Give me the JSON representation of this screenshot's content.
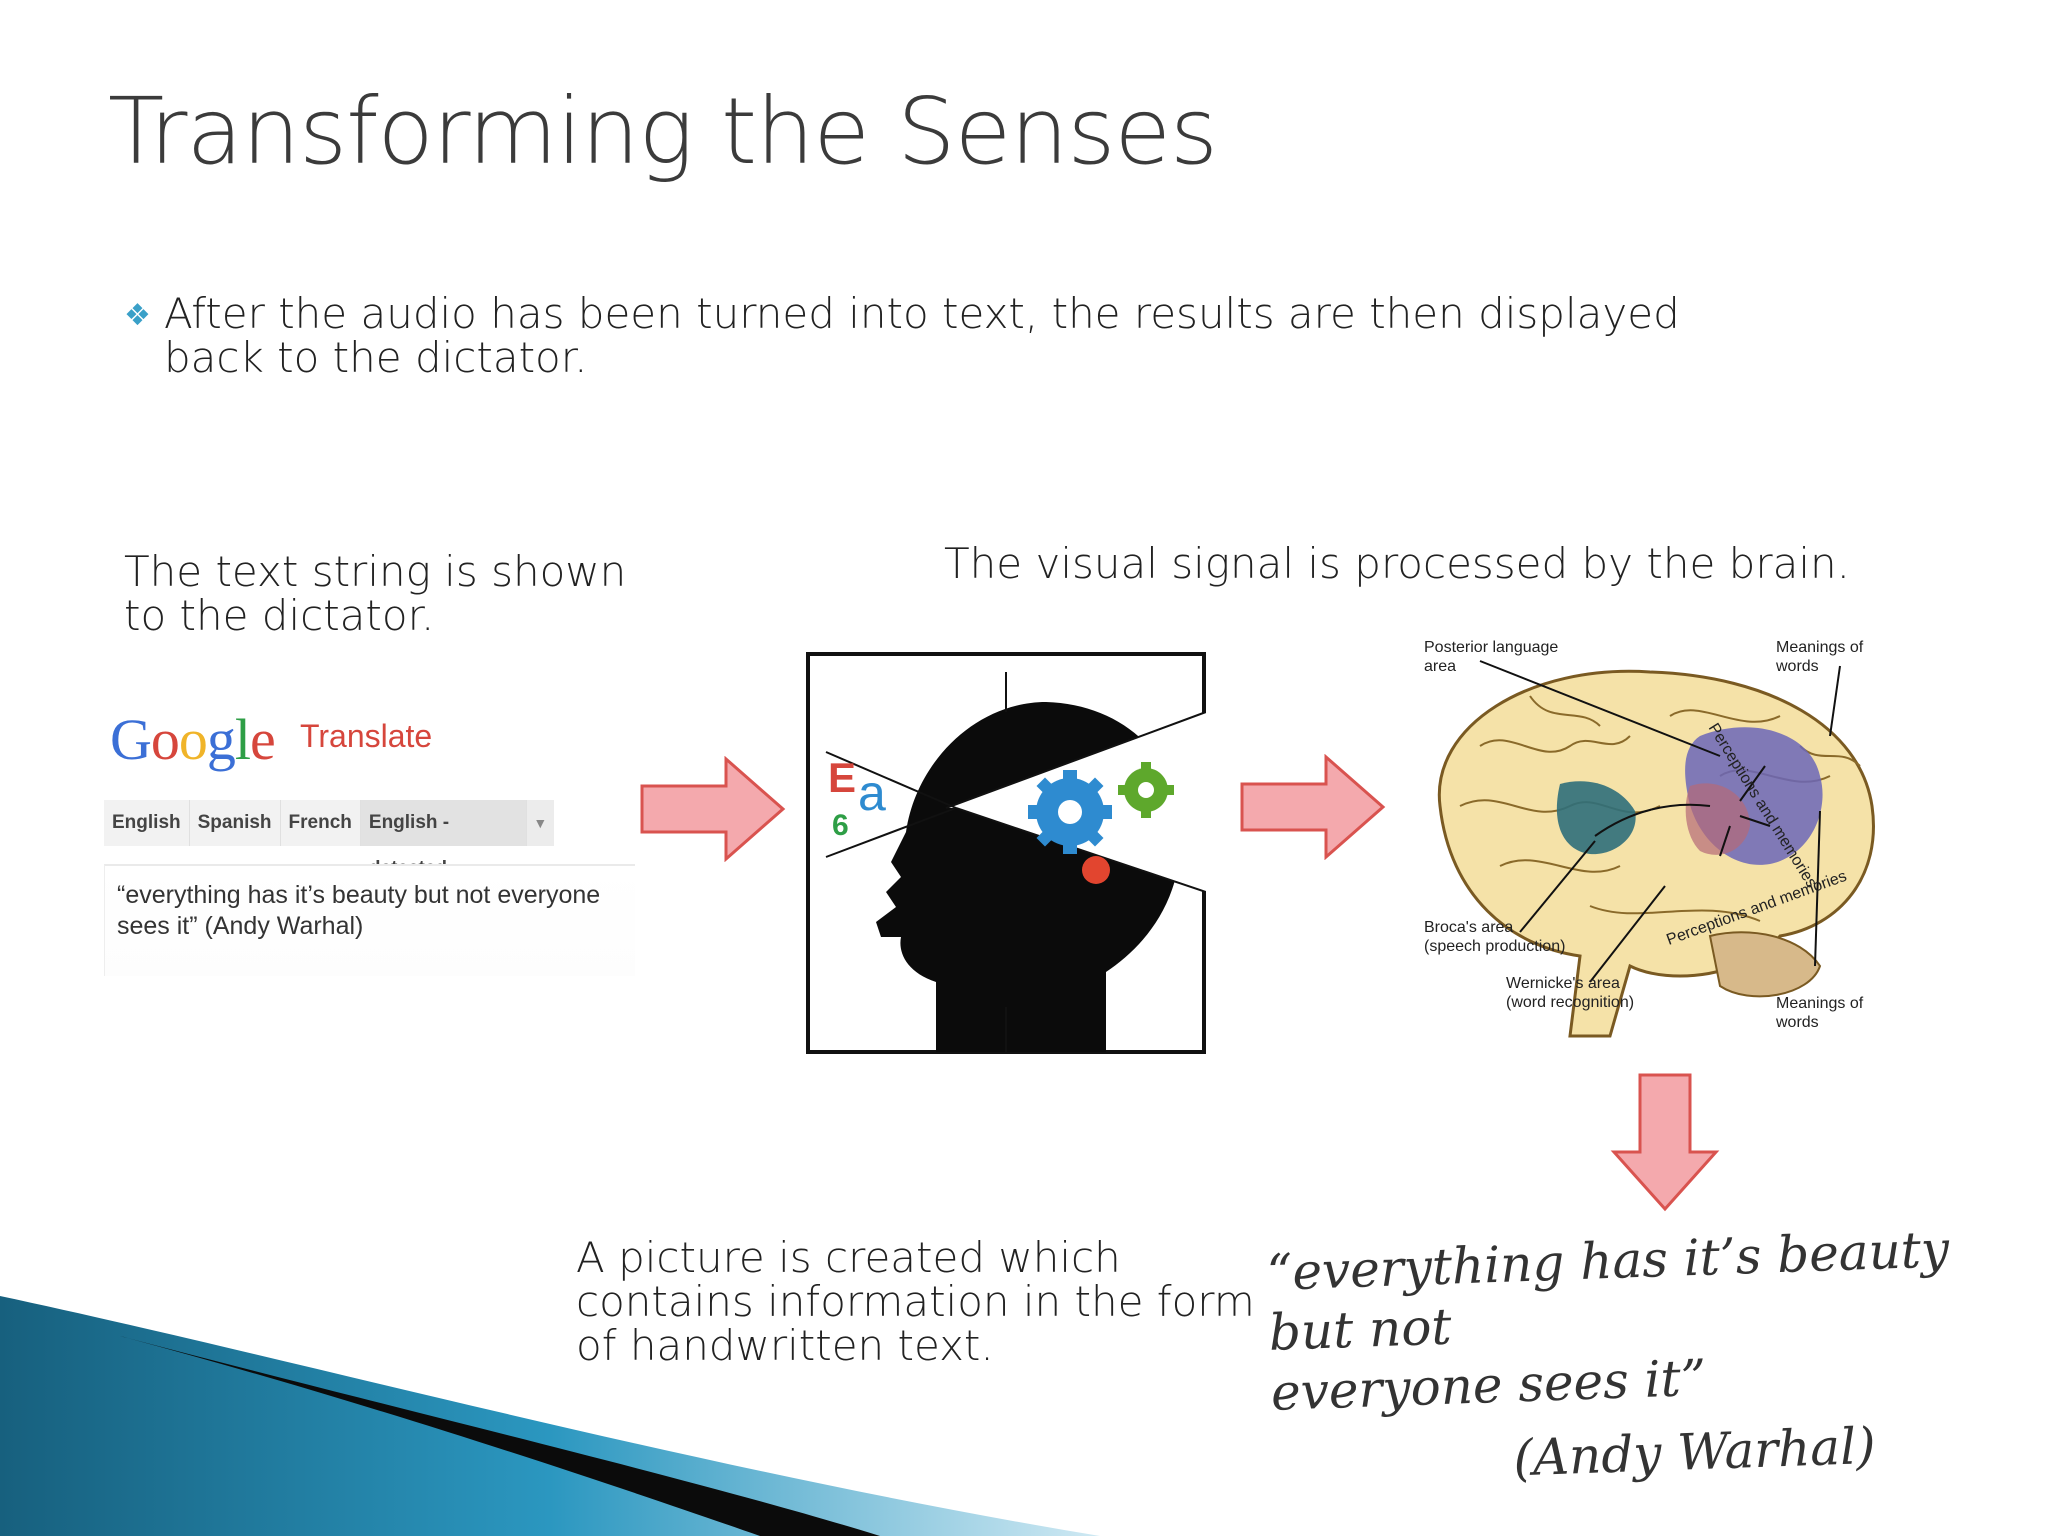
{
  "slide": {
    "title": "Transforming the Senses",
    "bullet": "After the audio has been turned into text, the results are then displayed back to the dictator.",
    "caption_left": [
      "The text string is shown",
      "to the dictator."
    ],
    "caption_right": "The visual signal is processed by the brain.",
    "caption_bottom": [
      "A picture is created which",
      "contains information in the form",
      "of handwritten text."
    ]
  },
  "translate": {
    "logo": [
      "G",
      "o",
      "o",
      "g",
      "l",
      "e"
    ],
    "logo_colors": [
      "#3b6fd6",
      "#d6463c",
      "#f0b429",
      "#3b6fd6",
      "#2e9e46",
      "#d6463c"
    ],
    "product": "Translate",
    "languages": [
      "English",
      "Spanish",
      "French",
      "English - detected"
    ],
    "text": "“everything has it’s beauty but not everyone sees it” (Andy Warhal)"
  },
  "head_icon": {
    "letters": [
      "E",
      "a",
      "6"
    ]
  },
  "brain": {
    "labels": {
      "posterior": [
        "Posterior language",
        "area"
      ],
      "meanings_top": [
        "Meanings of",
        "words"
      ],
      "perceptions_top": "Perceptions and memories",
      "perceptions_bottom": "Perceptions and memories",
      "broca": [
        "Broca's area",
        "(speech production)"
      ],
      "wernicke": [
        "Wernicke's area",
        "(word recognition)"
      ],
      "meanings_bottom": [
        "Meanings of",
        "words"
      ]
    }
  },
  "handwritten": {
    "line1": "“everything has it’s beauty but not",
    "line2": "everyone sees it”",
    "signature": "(Andy Warhal)"
  },
  "colors": {
    "accent": "#3aa0c8",
    "arrow_fill": "#f4a9ad",
    "arrow_stroke": "#d9534f",
    "teal_band": "#1f7fa3"
  }
}
